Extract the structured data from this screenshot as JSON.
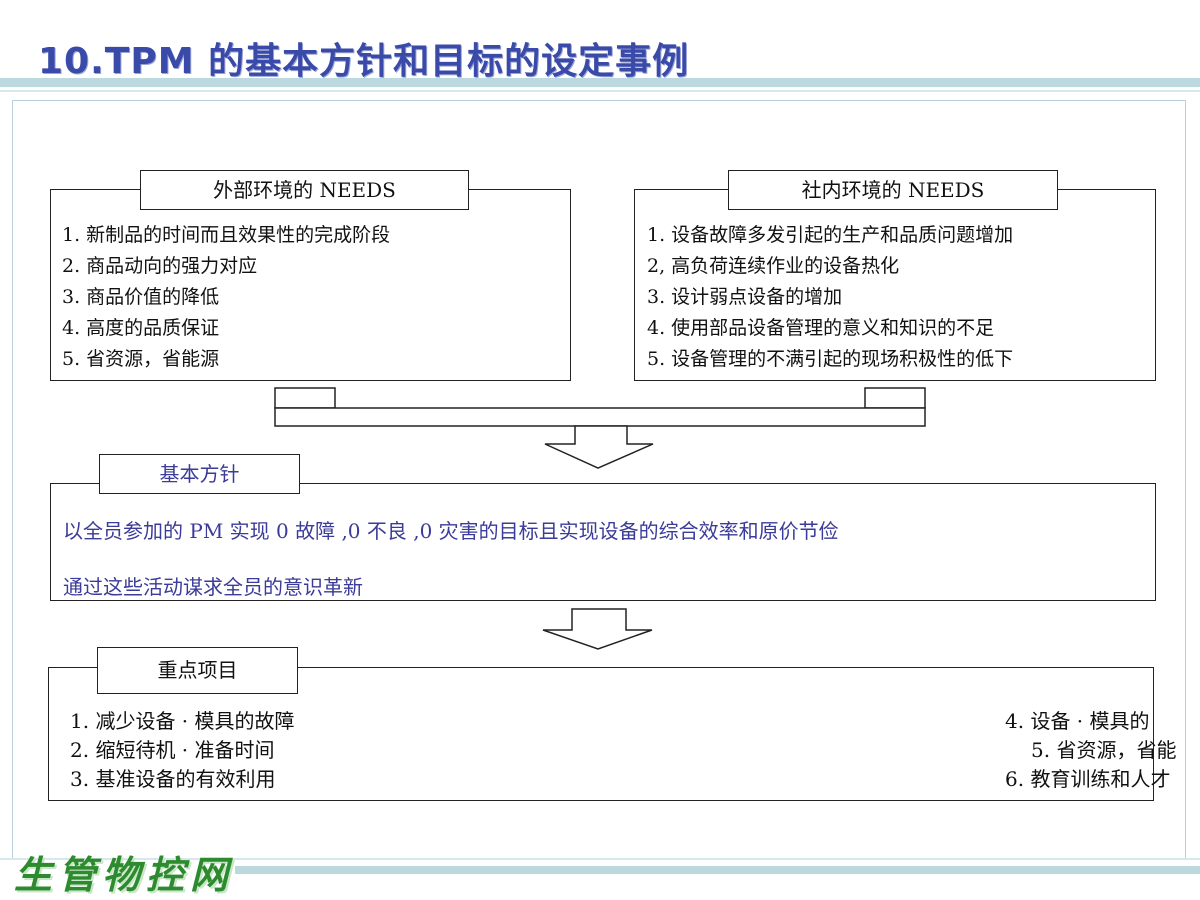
{
  "title": "10.TPM 的基本方针和目标的设定事例",
  "external": {
    "heading": "外部环境的 NEEDS",
    "items": [
      "1.  新制品的时间而且效果性的完成阶段",
      "2.  商品动向的强力对应",
      "3.  商品价值的降低",
      "4.  高度的品质保证",
      "5.  省资源，省能源"
    ]
  },
  "internal": {
    "heading": "社内环境的 NEEDS",
    "items": [
      "1.  设备故障多发引起的生产和品质问题增加",
      "2,  高负荷连续作业的设备热化",
      "3.  设计弱点设备的增加",
      "4.  使用部品设备管理的意义和知识的不足",
      "5.  设备管理的不满引起的现场积极性的低下"
    ]
  },
  "policy": {
    "heading": "基本方针",
    "line1": "以全员参加的   PM 实现   0 故障 ,0 不良 ,0 灾害的目标且实现设备的综合效率和原价节俭",
    "line2": "通过这些活动谋求全员的意识革新"
  },
  "focus": {
    "heading": "重点项目",
    "left_items": [
      "1.   减少设备  · 模具的故障",
      "2.   缩短待机  · 准备时间",
      "3.   基准设备的有效利用"
    ],
    "right_items": [
      "4.   设备  · 模具的",
      "5.   省资源，省能",
      "6.   教育训练和人才"
    ]
  },
  "footer": {
    "logo": "生管物控网"
  },
  "colors": {
    "title": "#3a4aa8",
    "policy_text": "#3b3b9a",
    "rule": "#bcd9e0",
    "logo": "#2e8a2e"
  }
}
